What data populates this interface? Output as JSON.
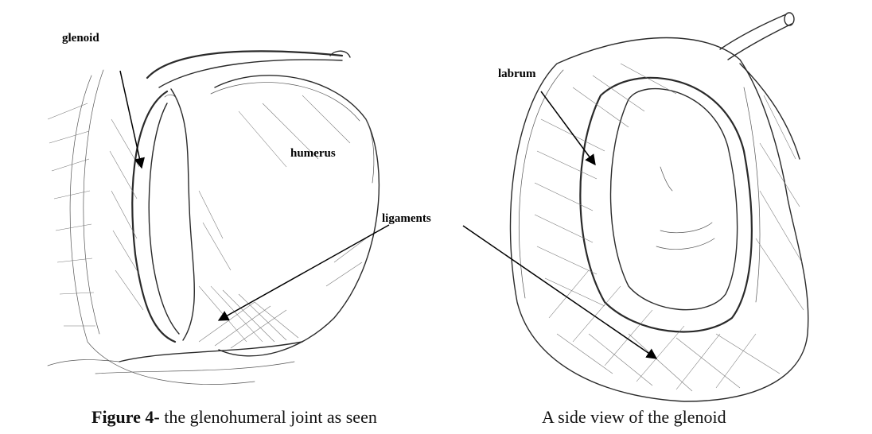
{
  "labels": {
    "glenoid": "glenoid",
    "humerus": "humerus",
    "ligaments": "ligaments",
    "labrum": "labrum"
  },
  "captions": {
    "left_bold": "Figure 4-",
    "left_text": " the glenohumeral joint as seen",
    "right_text": "A side view of the glenoid"
  }
}
